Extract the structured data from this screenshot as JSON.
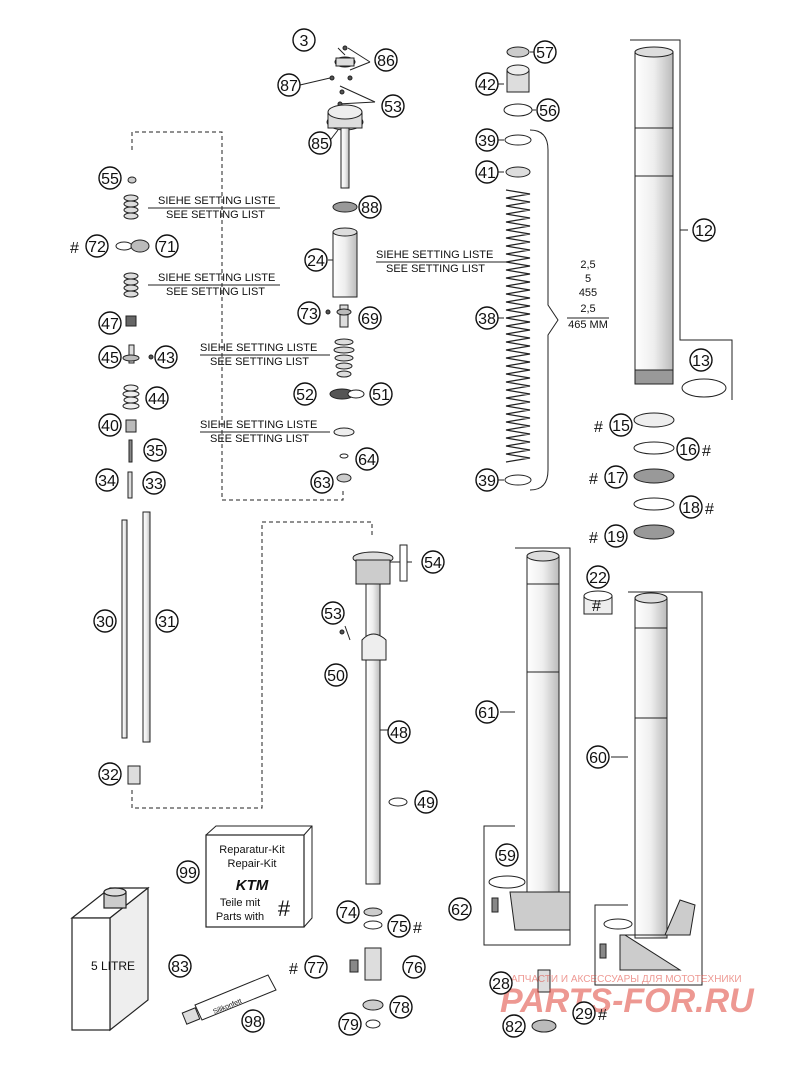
{
  "callouts": [
    {
      "id": "c3",
      "text": "3"
    },
    {
      "id": "c86",
      "text": "86"
    },
    {
      "id": "c87",
      "text": "87"
    },
    {
      "id": "c53a",
      "text": "53"
    },
    {
      "id": "c85",
      "text": "85"
    },
    {
      "id": "c88",
      "text": "88"
    },
    {
      "id": "c24",
      "text": "24"
    },
    {
      "id": "c73",
      "text": "73"
    },
    {
      "id": "c69",
      "text": "69"
    },
    {
      "id": "c52",
      "text": "52"
    },
    {
      "id": "c51",
      "text": "51"
    },
    {
      "id": "c64",
      "text": "64"
    },
    {
      "id": "c63",
      "text": "63"
    },
    {
      "id": "c55",
      "text": "55"
    },
    {
      "id": "c72",
      "text": "72"
    },
    {
      "id": "c71",
      "text": "71"
    },
    {
      "id": "c47",
      "text": "47"
    },
    {
      "id": "c45",
      "text": "45"
    },
    {
      "id": "c43",
      "text": "43"
    },
    {
      "id": "c44",
      "text": "44"
    },
    {
      "id": "c40",
      "text": "40"
    },
    {
      "id": "c35",
      "text": "35"
    },
    {
      "id": "c34",
      "text": "34"
    },
    {
      "id": "c33",
      "text": "33"
    },
    {
      "id": "c30",
      "text": "30"
    },
    {
      "id": "c31",
      "text": "31"
    },
    {
      "id": "c32",
      "text": "32"
    },
    {
      "id": "c57",
      "text": "57"
    },
    {
      "id": "c42",
      "text": "42"
    },
    {
      "id": "c56",
      "text": "56"
    },
    {
      "id": "c39a",
      "text": "39"
    },
    {
      "id": "c41",
      "text": "41"
    },
    {
      "id": "c38",
      "text": "38"
    },
    {
      "id": "c39b",
      "text": "39"
    },
    {
      "id": "c12",
      "text": "12"
    },
    {
      "id": "c13",
      "text": "13"
    },
    {
      "id": "c15",
      "text": "15"
    },
    {
      "id": "c16",
      "text": "16"
    },
    {
      "id": "c17",
      "text": "17"
    },
    {
      "id": "c18",
      "text": "18"
    },
    {
      "id": "c19",
      "text": "19"
    },
    {
      "id": "c22",
      "text": "22"
    },
    {
      "id": "c54",
      "text": "54"
    },
    {
      "id": "c53b",
      "text": "53"
    },
    {
      "id": "c50",
      "text": "50"
    },
    {
      "id": "c48",
      "text": "48"
    },
    {
      "id": "c49",
      "text": "49"
    },
    {
      "id": "c61",
      "text": "61"
    },
    {
      "id": "c60",
      "text": "60"
    },
    {
      "id": "c59",
      "text": "59"
    },
    {
      "id": "c62",
      "text": "62"
    },
    {
      "id": "c99",
      "text": "99"
    },
    {
      "id": "c83",
      "text": "83"
    },
    {
      "id": "c98",
      "text": "98"
    },
    {
      "id": "c74",
      "text": "74"
    },
    {
      "id": "c75",
      "text": "75"
    },
    {
      "id": "c77",
      "text": "77"
    },
    {
      "id": "c76",
      "text": "76"
    },
    {
      "id": "c78",
      "text": "78"
    },
    {
      "id": "c79",
      "text": "79"
    },
    {
      "id": "c28",
      "text": "28"
    },
    {
      "id": "c29",
      "text": "29"
    },
    {
      "id": "c82",
      "text": "82"
    }
  ],
  "hash_mark": "#",
  "setting_notes": {
    "de": "SIEHE SETTING LISTE",
    "en": "SEE SETTING LIST"
  },
  "spring_spec": [
    "2,5",
    "5",
    "455",
    "2,5",
    "465 MM"
  ],
  "kit_box": {
    "line1": "Reparatur-Kit",
    "line2": "Repair-Kit",
    "brand": "KTM",
    "line3": "Teile mit",
    "line4": "Parts with"
  },
  "oil_can_label": "5 LITRE",
  "tube_label": "Silikonfett",
  "watermark": {
    "subtitle": "ЗАПЧАСТИ И АКСЕССУАРЫ ДЛЯ МОТОТЕХНИКИ",
    "domain": "PARTS-FOR.RU"
  },
  "colors": {
    "ink": "#111111",
    "watermark": "#e0443a"
  }
}
